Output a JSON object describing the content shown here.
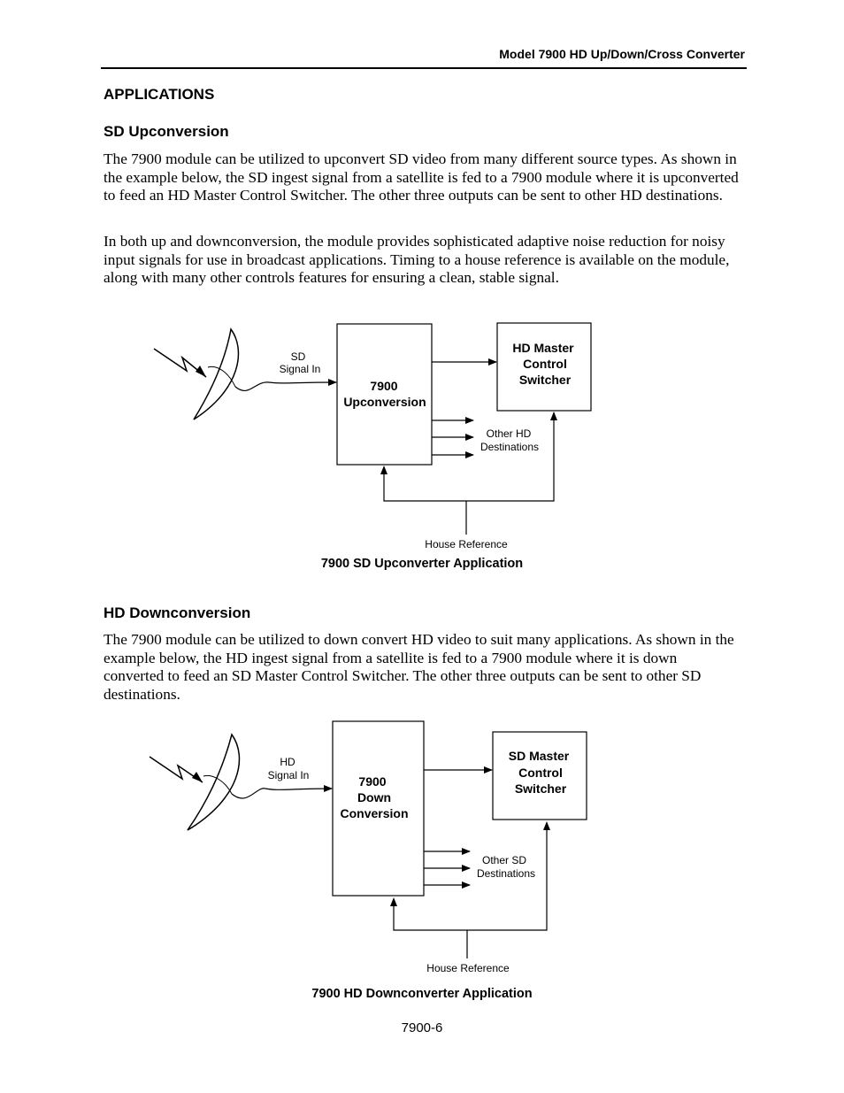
{
  "header": {
    "running_title": "Model 7900 HD Up/Down/Cross Converter"
  },
  "section": {
    "title": "APPLICATIONS"
  },
  "upconversion": {
    "heading": "SD Upconversion",
    "paragraphs": [
      "The 7900 module can be utilized to upconvert SD video from many different source types. As shown in the example below, the SD ingest signal from a satellite is fed to a 7900 module where it is upconverted to feed an HD Master Control Switcher. The other three outputs can be sent to other HD destinations.",
      "In both up and downconversion, the module provides sophisticated adaptive noise reduction for noisy input signals for use in broadcast applications. Timing to a house reference is available on the module, along with many other controls features for ensuring a clean, stable signal."
    ],
    "diagram": {
      "input_label_line1": "SD",
      "input_label_line2": "Signal In",
      "module_line1": "7900",
      "module_line2": "Upconversion",
      "switcher_line1": "HD Master",
      "switcher_line2": "Control",
      "switcher_line3": "Switcher",
      "other_line1": "Other HD",
      "other_line2": "Destinations",
      "reference_label": "House Reference"
    },
    "caption": "7900 SD Upconverter Application"
  },
  "downconversion": {
    "heading": "HD Downconversion",
    "paragraphs": [
      "The 7900 module can be utilized to down convert HD video to suit many applications. As shown in the example below, the HD ingest signal from a satellite is fed to a 7900 module where it is down converted to feed an SD Master Control Switcher. The other three outputs can be sent to other SD destinations."
    ],
    "diagram": {
      "input_label_line1": "HD",
      "input_label_line2": "Signal In",
      "module_line1": "7900",
      "module_line2": "Down",
      "module_line3": "Conversion",
      "switcher_line1": "SD Master",
      "switcher_line2": "Control",
      "switcher_line3": "Switcher",
      "other_line1": "Other SD",
      "other_line2": "Destinations",
      "reference_label": "House Reference"
    },
    "caption": "7900 HD Downconverter Application"
  },
  "footer": {
    "page_number": "7900-6"
  }
}
